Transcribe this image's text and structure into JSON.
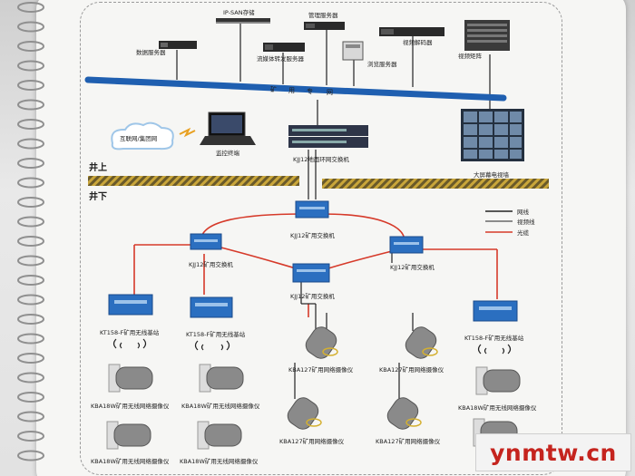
{
  "servers": {
    "ipsan": "IP-SAN存储",
    "mgmt": "管理服务器",
    "data": "数据服务器",
    "video_decoder": "视频解码器",
    "video_matrix": "视频矩阵",
    "stream": "流媒体转发服务器",
    "browse": "浏览服务器"
  },
  "backbone": {
    "label": "矿用专网",
    "chars": [
      "矿",
      "用",
      "专",
      "网"
    ]
  },
  "surface": {
    "cloud": "互联网/集团网",
    "monitor": "监控终端",
    "ring_switch": "KJJ12地面环网交换机",
    "video_wall": "大屏幕电视墙",
    "above_ground": "井上",
    "underground": "井下"
  },
  "legend": {
    "network": "网线",
    "video": "视频线",
    "fiber": "光缆"
  },
  "underground": {
    "switch_label": "KJJ12矿用交换机",
    "base_station": "KT158-F矿用无线基站",
    "camera_a": "KBA18W矿用无线网络摄像仪",
    "camera_b": "KBA127矿用网络摄像仪"
  },
  "watermark": "ynmtw.cn",
  "colors": {
    "backbone": "#1f5fb0",
    "fiber": "#d63a2a",
    "switch": "#2b6fc0",
    "ground": "#5a4a2a"
  }
}
